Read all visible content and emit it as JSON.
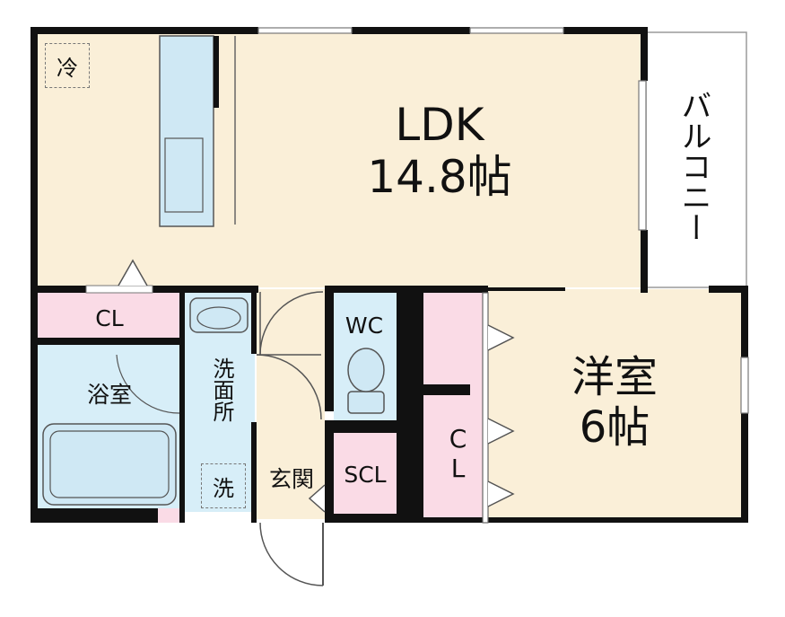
{
  "rooms": {
    "ldk": {
      "name": "LDK",
      "size": "14.8帖"
    },
    "western_room": {
      "name": "洋室",
      "size": "6帖"
    },
    "balcony": "バルコニー",
    "closet_upper": "CL",
    "closet_western": "CL",
    "bath": "浴室",
    "washroom": "洗面所",
    "wc": "WC",
    "entrance": "玄関",
    "shoe_closet": "SCL"
  },
  "symbols": {
    "refrigerator": "冷",
    "washer": "洗"
  },
  "colors": {
    "floor": "#faefd8",
    "wet_area": "#d7eef8",
    "storage": "#fadbe6",
    "wall": "#111111",
    "balcony": "#ffffff"
  }
}
